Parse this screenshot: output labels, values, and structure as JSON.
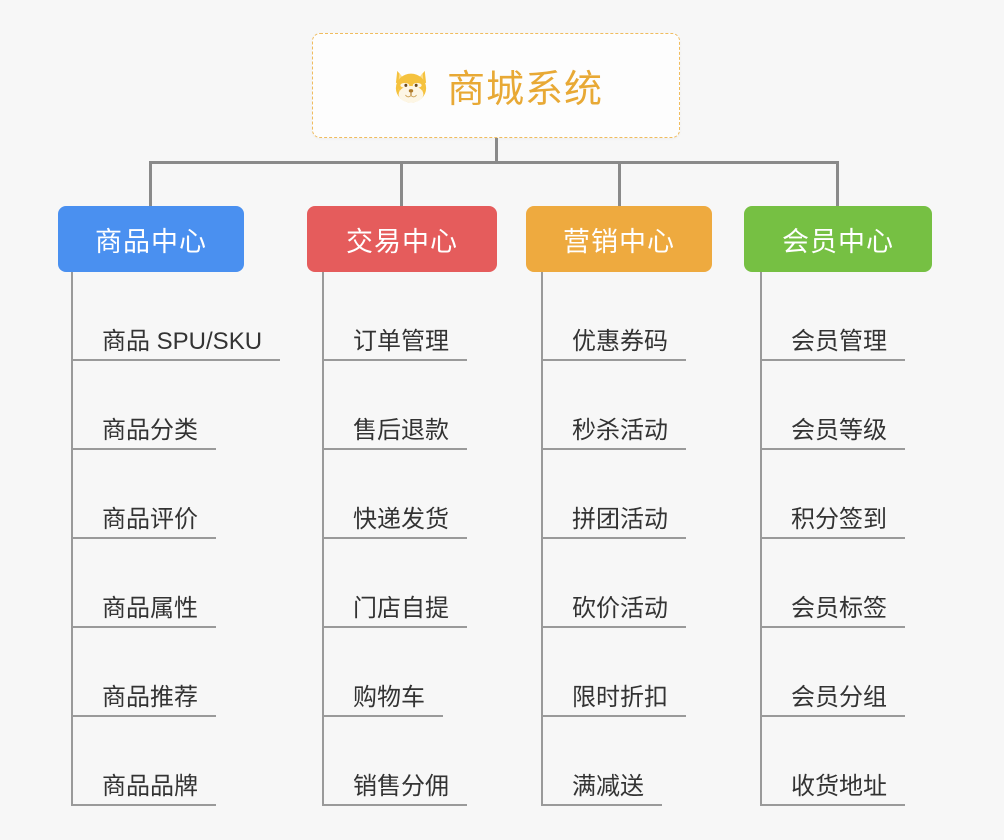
{
  "diagram": {
    "title": "商城系统",
    "root": {
      "label": "商城系统",
      "icon": "shiba-dog-emoji",
      "border_color": "#f0bc5e",
      "text_color": "#e8a935",
      "background": "#fdfdfd"
    },
    "background_color": "#f7f7f7",
    "connector_color": "#8a8a8a",
    "leaf_line_color": "#9a9a9a",
    "leaf_text_color": "#333333",
    "branches": [
      {
        "label": "商品中心",
        "color": "#4a90f0",
        "items": [
          "商品 SPU/SKU",
          "商品分类",
          "商品评价",
          "商品属性",
          "商品推荐",
          "商品品牌"
        ]
      },
      {
        "label": "交易中心",
        "color": "#e55c5c",
        "items": [
          "订单管理",
          "售后退款",
          "快递发货",
          "门店自提",
          "购物车",
          "销售分佣"
        ]
      },
      {
        "label": "营销中心",
        "color": "#eeaa3f",
        "items": [
          "优惠券码",
          "秒杀活动",
          "拼团活动",
          "砍价活动",
          "限时折扣",
          "满减送"
        ]
      },
      {
        "label": "会员中心",
        "color": "#76c043",
        "items": [
          "会员管理",
          "会员等级",
          "积分签到",
          "会员标签",
          "会员分组",
          "收货地址"
        ]
      }
    ]
  }
}
